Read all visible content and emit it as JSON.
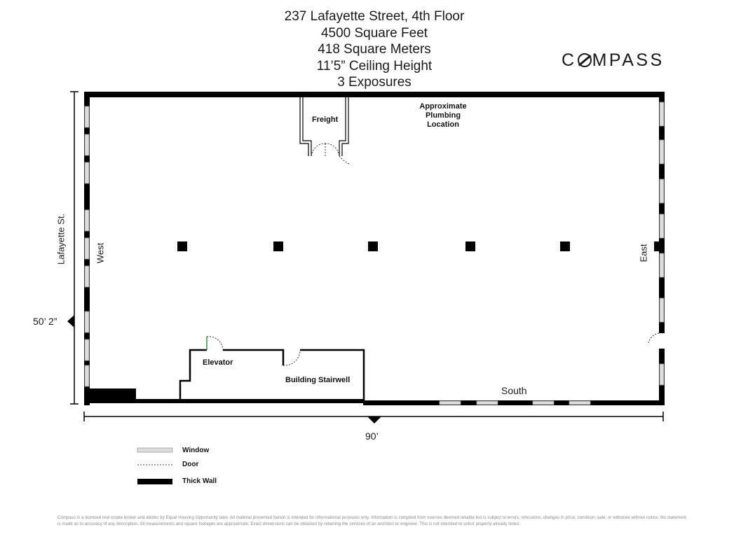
{
  "header": {
    "address": "237 Lafayette Street, 4th Floor",
    "square_feet": "4500 Square Feet",
    "square_meters": "418 Square Meters",
    "ceiling": "11’5” Ceiling Height",
    "exposures": "3 Exposures"
  },
  "logo": "COMPASS",
  "rooms": {
    "freight": "Freight",
    "plumbing": "Approximate\nPlumbing\nLocation",
    "elevator": "Elevator",
    "stairwell": "Building Stairwell"
  },
  "sides": {
    "west": "West",
    "east": "East",
    "south": "South",
    "street": "Lafayette St."
  },
  "dimensions": {
    "height": "50’ 2”",
    "width": "90’"
  },
  "legend": {
    "window": "Window",
    "door": "Door",
    "thick_wall": "Thick Wall"
  },
  "disclaimer": "Compass is a licensed real estate broker and abides by Equal Housing Opportunity laws. All material presented herein is intended for informational purposes only. Information is compiled from sources deemed reliable but is subject to errors, omissions, changes in price, condition, sale, or withdraw without notice. No statement is made as to accuracy of any description. All measurements and square footages are approximate. Exact dimensions can be obtained by retaining the services of an architect or engineer. This is not intended to solicit property already listed."
}
